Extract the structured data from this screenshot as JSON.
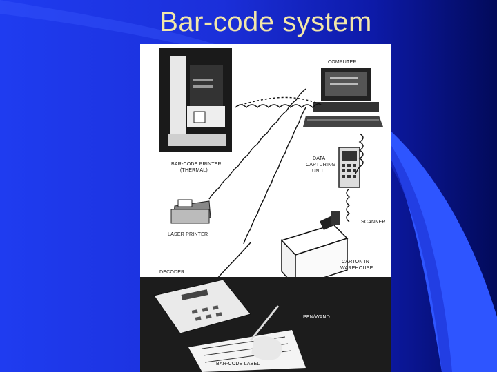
{
  "slide": {
    "title": "Bar-code system"
  },
  "diagram": {
    "labels": {
      "computer": "COMPUTER",
      "barcode_printer_line1": "BAR-CODE PRINTER",
      "barcode_printer_line2": "(THERMAL)",
      "data_capturing_line1": "DATA",
      "data_capturing_line2": "CAPTURING",
      "data_capturing_line3": "UNIT",
      "laser_printer": "LASER PRINTER",
      "scanner": "SCANNER",
      "carton_line1": "CARTON  IN",
      "carton_line2": "WAREHOUSE",
      "decoder": "DECODER",
      "pen_wand": "PEN/WAND",
      "barcode_label": "BAR-CODE LABEL"
    }
  }
}
